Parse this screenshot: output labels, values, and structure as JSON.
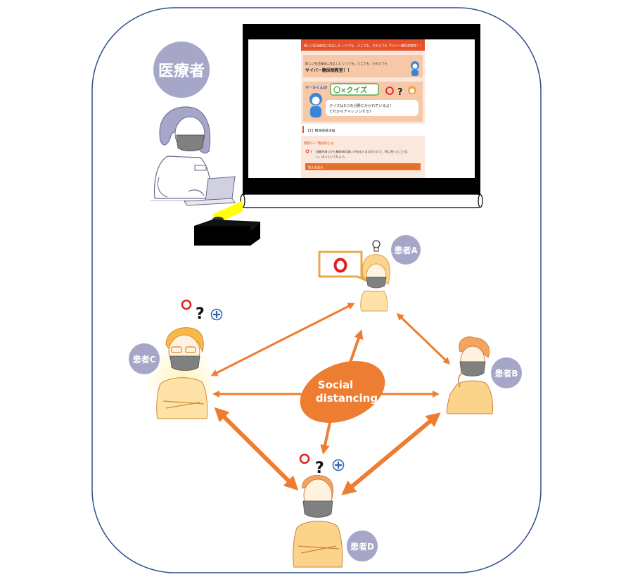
{
  "provider": {
    "label": "医療者"
  },
  "patients": {
    "a": {
      "label": "患者A"
    },
    "b": {
      "label": "患者B"
    },
    "c": {
      "label": "患者C"
    },
    "d": {
      "label": "患者D"
    }
  },
  "center": {
    "line1": "Social",
    "line2": "distancing"
  },
  "symbols": {
    "question": "?"
  },
  "slide": {
    "banner": "新しい生活様式に対応した いつでも、どこでも、だれとでも サイバー糖尿病教室！！",
    "subtitle1": "新しい生活様式に対応した いつでも、どこでも、だれとでも",
    "subtitle2": "サイバー糖尿病教室！！",
    "quiz_brand": "マールくんの",
    "quiz_title": "〇×クイズ",
    "quiz_desc1": "クイズは5つの分野に分かれているよ！",
    "quiz_desc2": "どれからチャレンジする？",
    "section": "【1】糖尿病基本編",
    "question_title": "問題1-2「糖尿病とは」",
    "question_line1": "血糖が高いから糖尿病の疑いがあると言われたけど、特に困ったことな",
    "question_line2": "い。ほっといてもよい。",
    "answer_button": "答えを見る"
  },
  "colors": {
    "frame": "#2f4f8f",
    "arrow": "#ed7d31",
    "label_circle": "#a6a6c8",
    "projector_beam": "#ffff00",
    "answer_red": "#e02020",
    "plus_blue": "#2f5fb3"
  }
}
